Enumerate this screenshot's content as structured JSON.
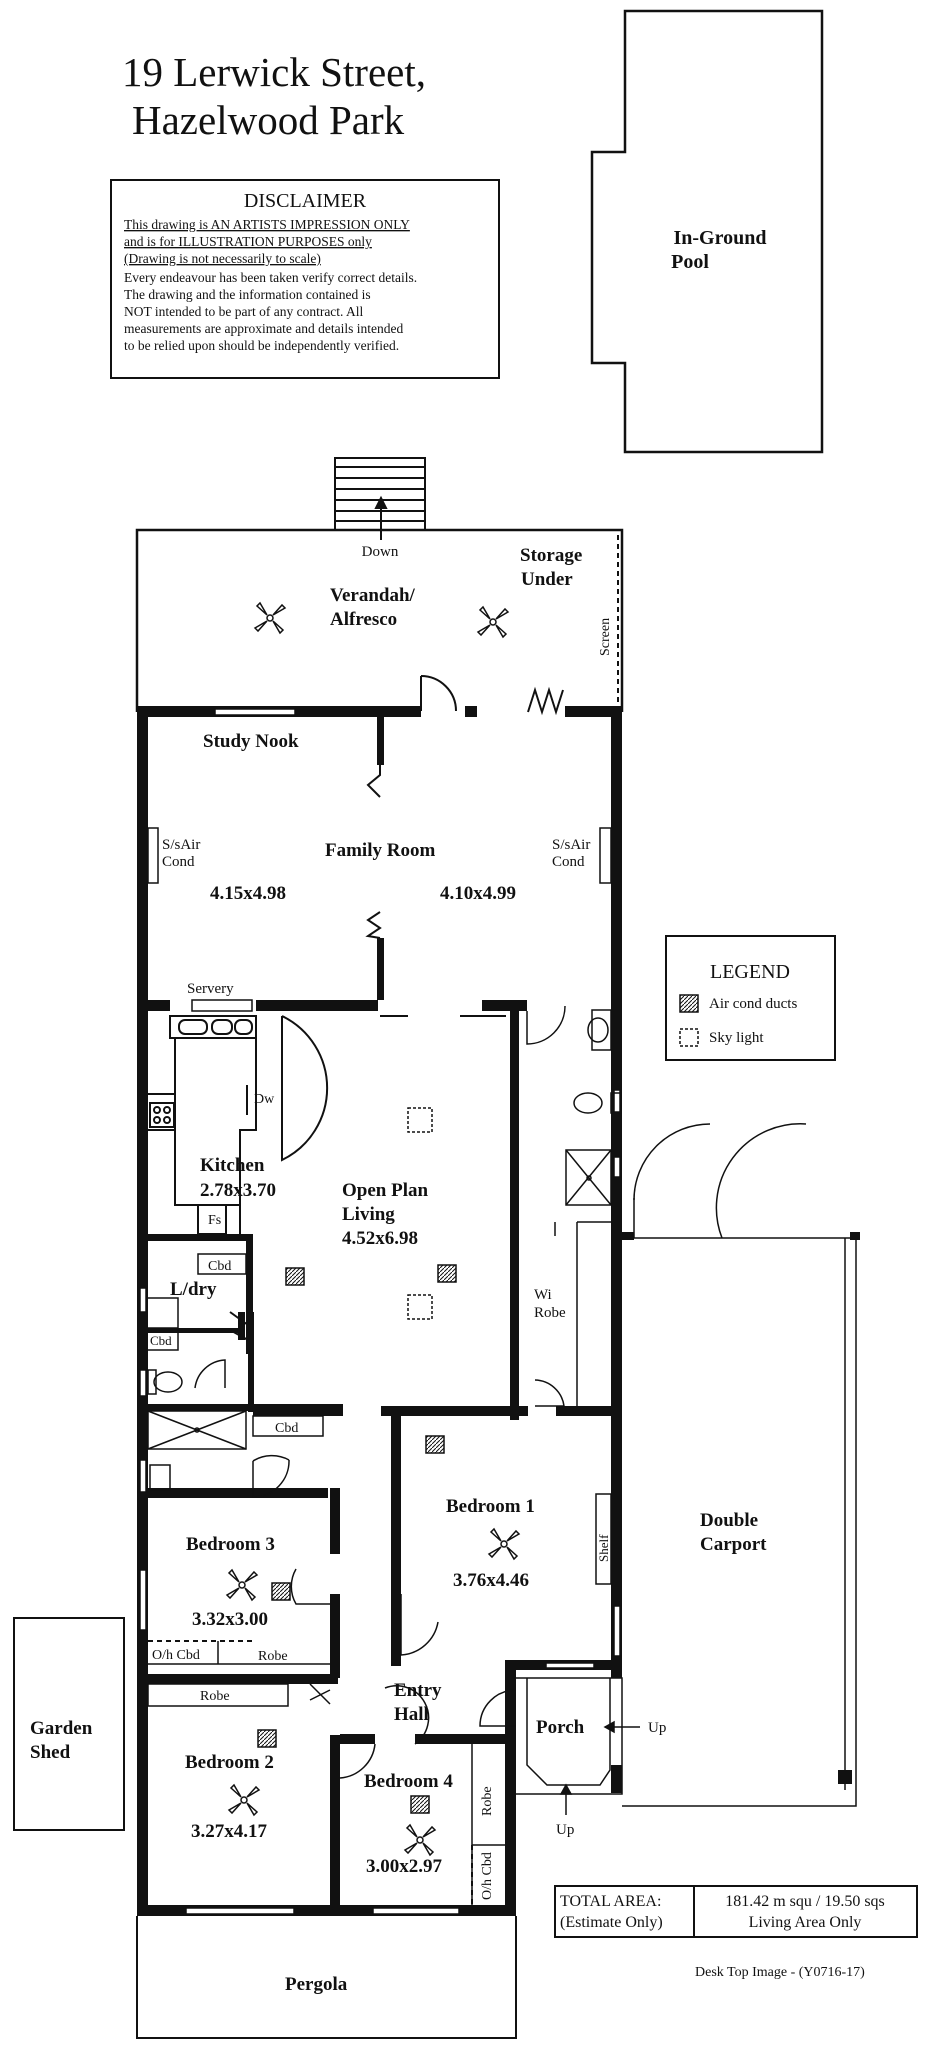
{
  "address": {
    "line1": "19 Lerwick Street,",
    "line2": "Hazelwood Park"
  },
  "disclaimer": {
    "title": "DISCLAIMER",
    "lines_underlined": [
      "This drawing is AN ARTISTS IMPRESSION ONLY",
      "and is for ILLUSTRATION PURPOSES only",
      "(Drawing is not necessarily to scale)"
    ],
    "lines": [
      "Every endeavour has been taken verify correct details.",
      "The drawing and the information contained is",
      "NOT intended to be part of any contract.  All",
      "measurements are approximate and details intended",
      "to be relied upon should be independently verified."
    ]
  },
  "pool": {
    "line1": "In-Ground",
    "line2": "Pool"
  },
  "legend": {
    "title": "LEGEND",
    "items": [
      "Air cond ducts",
      "Sky light"
    ]
  },
  "rooms": {
    "verandah": {
      "line1": "Verandah/",
      "line2": "Alfresco",
      "down": "Down"
    },
    "storage": {
      "line1": "Storage",
      "line2": "Under",
      "screen": "Screen"
    },
    "study": "Study Nook",
    "family": {
      "name": "Family Room",
      "size_left": "4.15x4.98",
      "size_right": "4.10x4.99"
    },
    "ac_left": {
      "line1": "S/sAir",
      "line2": "Cond"
    },
    "ac_right": {
      "line1": "S/sAir",
      "line2": "Cond"
    },
    "servery": "Servery",
    "kitchen": {
      "name": "Kitchen",
      "size": "2.78x3.70",
      "dw": "Dw",
      "fs": "Fs"
    },
    "living": {
      "line1": "Open Plan",
      "line2": "Living",
      "size": "4.52x6.98"
    },
    "laundry": {
      "name": "L/dry",
      "cbd_top": "Cbd",
      "cbd_side": "Cbd"
    },
    "hall_cbd": "Cbd",
    "wi_robe": {
      "line1": "Wi",
      "line2": "Robe"
    },
    "bedroom1": {
      "name": "Bedroom 1",
      "size": "3.76x4.46",
      "shelf": "Shelf"
    },
    "bedroom3": {
      "name": "Bedroom 3",
      "size": "3.32x3.00",
      "oh_cbd": "O/h Cbd",
      "robe": "Robe"
    },
    "bedroom2": {
      "name": "Bedroom 2",
      "size": "3.27x4.17",
      "robe": "Robe"
    },
    "bedroom4": {
      "name": "Bedroom 4",
      "size": "3.00x2.97",
      "robe": "Robe",
      "oh_cbd": "O/h Cbd"
    },
    "entry": {
      "line1": "Entry",
      "line2": "Hall"
    },
    "porch": {
      "name": "Porch",
      "up_right": "Up",
      "up_bottom": "Up"
    },
    "carport": {
      "line1": "Double",
      "line2": "Carport"
    },
    "shed": {
      "line1": "Garden",
      "line2": "Shed"
    },
    "pergola": "Pergola"
  },
  "area": {
    "label_line1": "TOTAL AREA:",
    "label_line2": "(Estimate Only)",
    "value_line1": "181.42 m squ /  19.50  sqs",
    "value_line2": "Living Area Only"
  },
  "footer": "Desk Top Image - (Y0716-17)",
  "colors": {
    "ink": "#111111",
    "paper": "#ffffff"
  }
}
